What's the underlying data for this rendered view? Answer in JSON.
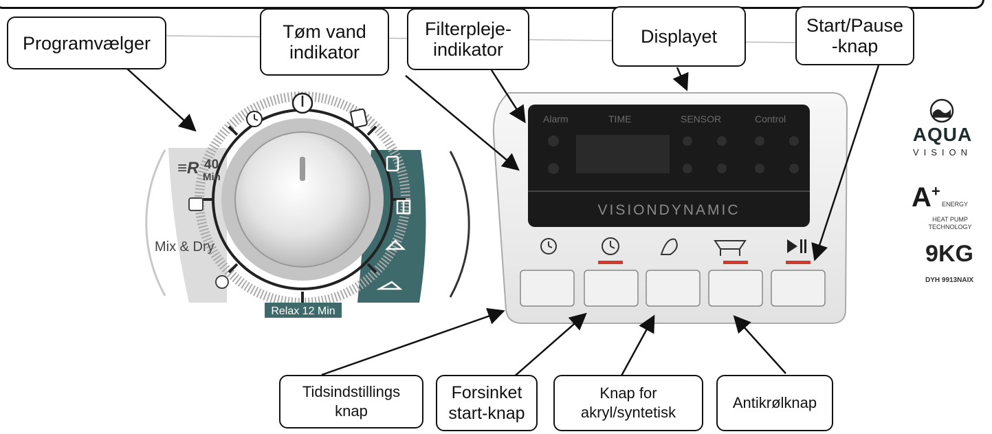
{
  "callouts": {
    "programvaelger": "Programvælger",
    "toem_vand": "Tøm vand\nindikator",
    "filterpleje": "Filterpleje-\nindikator",
    "displayet": "Displayet",
    "start_pause": "Start/Pause\n-knap",
    "tidsindstilling": "Tidsindstillings\nknap",
    "forsinket": "Forsinket\nstart-knap",
    "akryl": "Knap for\nakryl/syntetisk",
    "antikroel": "Antikrølknap"
  },
  "dial": {
    "quick_label": "40",
    "quick_unit": "Min",
    "mix_dry": "Mix & Dry",
    "relax": "Relax 12 Min"
  },
  "display": {
    "alarm": "Alarm",
    "time": "TIME",
    "sensor": "SENSOR",
    "control": "Control",
    "brand": "VISIONDYNAMIC"
  },
  "branding": {
    "aqua": "AQUA",
    "vision": "VISION",
    "energy": "ENERGY",
    "heat_pump": "HEAT  PUMP",
    "technology": "TECHNOLOGY",
    "capacity": "9KG",
    "model": "DYH 9913NAIX"
  },
  "colors": {
    "panel_teal": "#3f6a6c",
    "display_black": "#1a1a1a",
    "led_red": "#d23a2e",
    "outline": "#111111"
  }
}
